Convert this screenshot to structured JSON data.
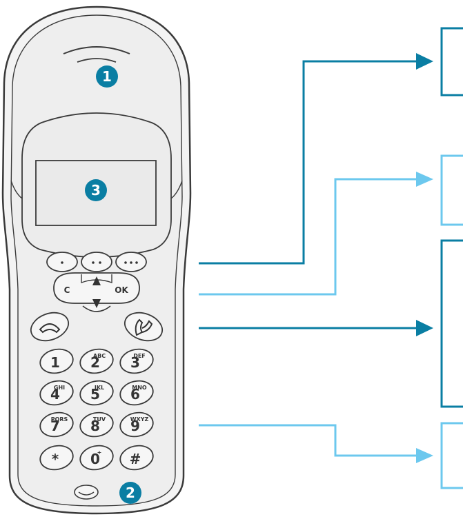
{
  "callouts": {
    "earpiece": "1",
    "microphone": "2",
    "display": "3"
  },
  "keys": {
    "clear": "C",
    "ok": "OK",
    "star": "*",
    "hash": "#",
    "digits": [
      {
        "num": "1",
        "letters": ""
      },
      {
        "num": "2",
        "letters": "ABC"
      },
      {
        "num": "3",
        "letters": "DEF"
      },
      {
        "num": "4",
        "letters": "GHI"
      },
      {
        "num": "5",
        "letters": "JKL"
      },
      {
        "num": "6",
        "letters": "MNO"
      },
      {
        "num": "7",
        "letters": "PQRS"
      },
      {
        "num": "8",
        "letters": "TUV"
      },
      {
        "num": "9",
        "letters": "WXYZ"
      },
      {
        "num": "0",
        "letters": "+"
      }
    ]
  },
  "colors": {
    "dark_blue": "#0a7ea3",
    "light_blue": "#6cc8ee",
    "outline": "#3a3a3a",
    "body_fill": "#f0f0f0"
  }
}
